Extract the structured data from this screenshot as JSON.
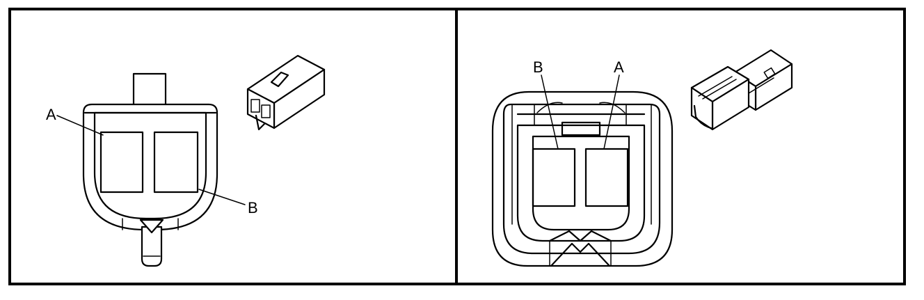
{
  "panels": [
    {
      "id": "left",
      "labels": {
        "a": "A",
        "b": "B"
      }
    },
    {
      "id": "right",
      "labels": {
        "a": "A",
        "b": "B"
      }
    }
  ]
}
